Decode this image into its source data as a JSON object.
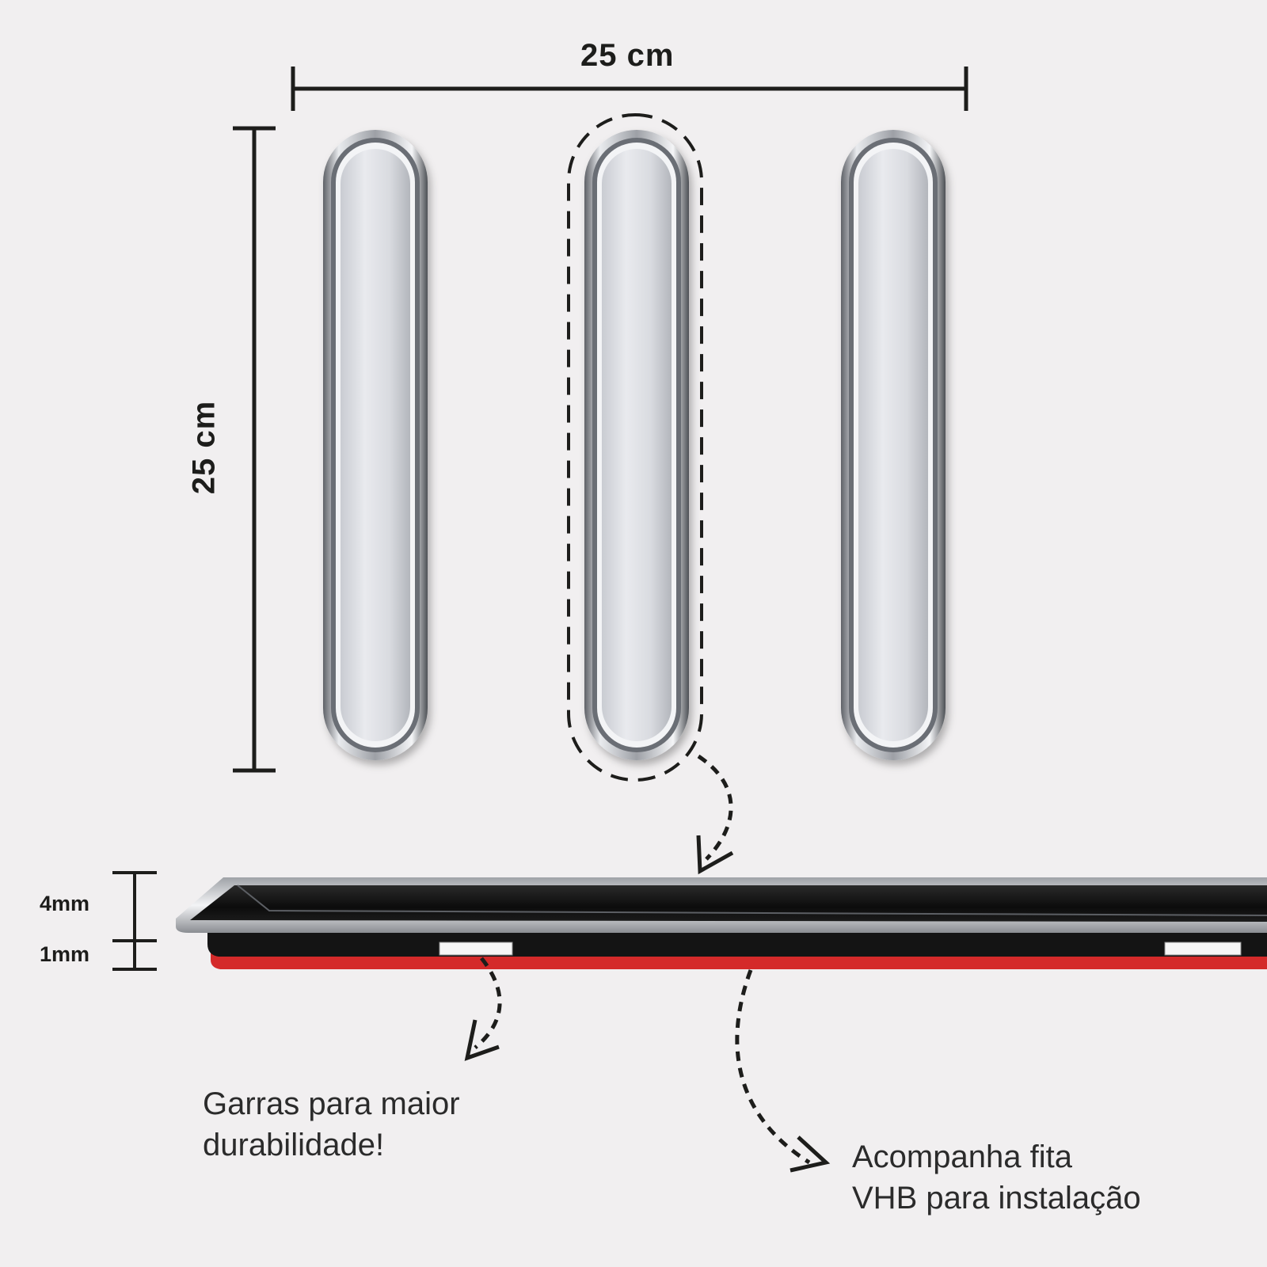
{
  "dimensions": {
    "width_label": "25 cm",
    "height_label": "25 cm",
    "thickness_top": "4mm",
    "thickness_bottom": "1mm"
  },
  "callouts": {
    "claws": {
      "line1": "Garras para maior",
      "line2": "durabilidade!"
    },
    "tape": {
      "line1": "Acompanha fita",
      "line2": "VHB para instalação"
    }
  },
  "colors": {
    "background": "#f1eff0",
    "ink": "#1d1d1b",
    "chrome": "#b9bcc2",
    "profile_body": "#111111",
    "vhb_tape": "#d42a2a"
  }
}
